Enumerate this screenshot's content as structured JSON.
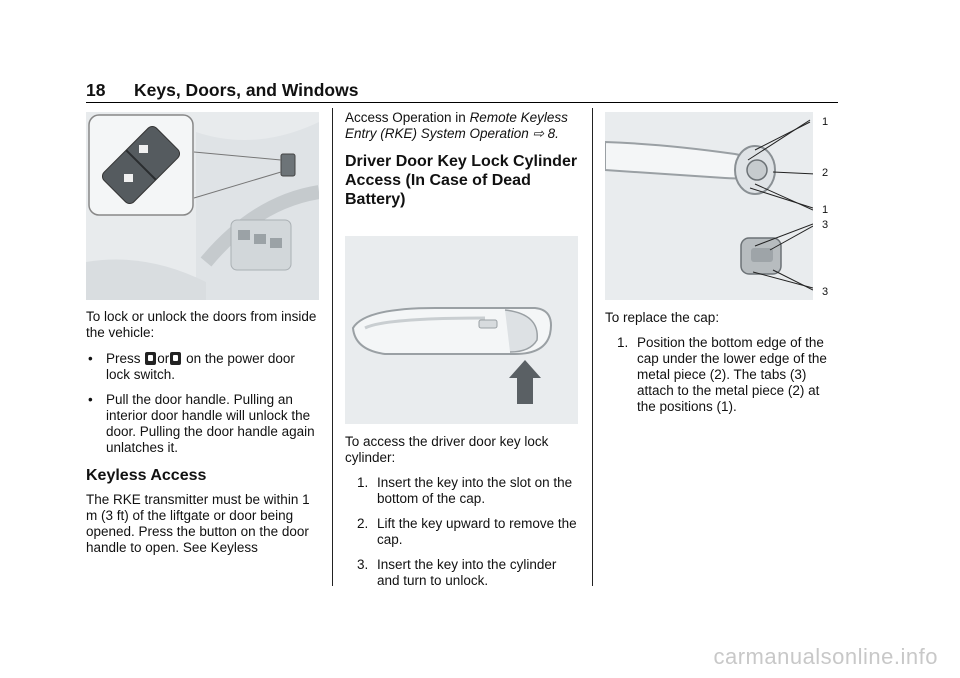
{
  "header": {
    "page_number": "18",
    "section_title": "Keys, Doors, and Windows"
  },
  "col1": {
    "intro": "To lock or unlock the doors from inside the vehicle:",
    "bullet1_pre": "Press",
    "bullet1_mid": "or",
    "bullet1_post": "on the power door lock switch.",
    "bullet2": "Pull the door handle. Pulling an interior door handle will unlock the door. Pulling the door handle again unlatches it.",
    "bullet_mark": "•",
    "keyless_heading": "Keyless Access",
    "keyless_text": "The RKE transmitter must be within 1 m (3 ft) of the liftgate or door being opened. Press the button on the door handle to open. See Keyless"
  },
  "col2": {
    "continued_pre": "Access Operation  in ",
    "continued_link": "Remote Keyless Entry (RKE) System Operation",
    "continued_ref": "⇨ 8.",
    "heading": "Driver Door Key Lock Cylinder Access (In Case of Dead Battery)",
    "intro": "To access the driver door key lock cylinder:",
    "steps": [
      {
        "n": "1.",
        "text": "Insert the key into the slot on the bottom of the cap."
      },
      {
        "n": "2.",
        "text": "Lift the key upward to remove the cap."
      },
      {
        "n": "3.",
        "text": "Insert the key into the cylinder and turn to unlock."
      }
    ]
  },
  "col3": {
    "callouts": [
      "1",
      "2",
      "1",
      "3",
      "3"
    ],
    "intro": "To replace the cap:",
    "steps": [
      {
        "n": "1.",
        "text": "Position the bottom edge of the cap under the lower edge of the metal piece (2). The tabs (3) attach to the metal piece (2) at the positions (1)."
      }
    ]
  },
  "footer": {
    "watermark": "carmanualsonline.info"
  }
}
